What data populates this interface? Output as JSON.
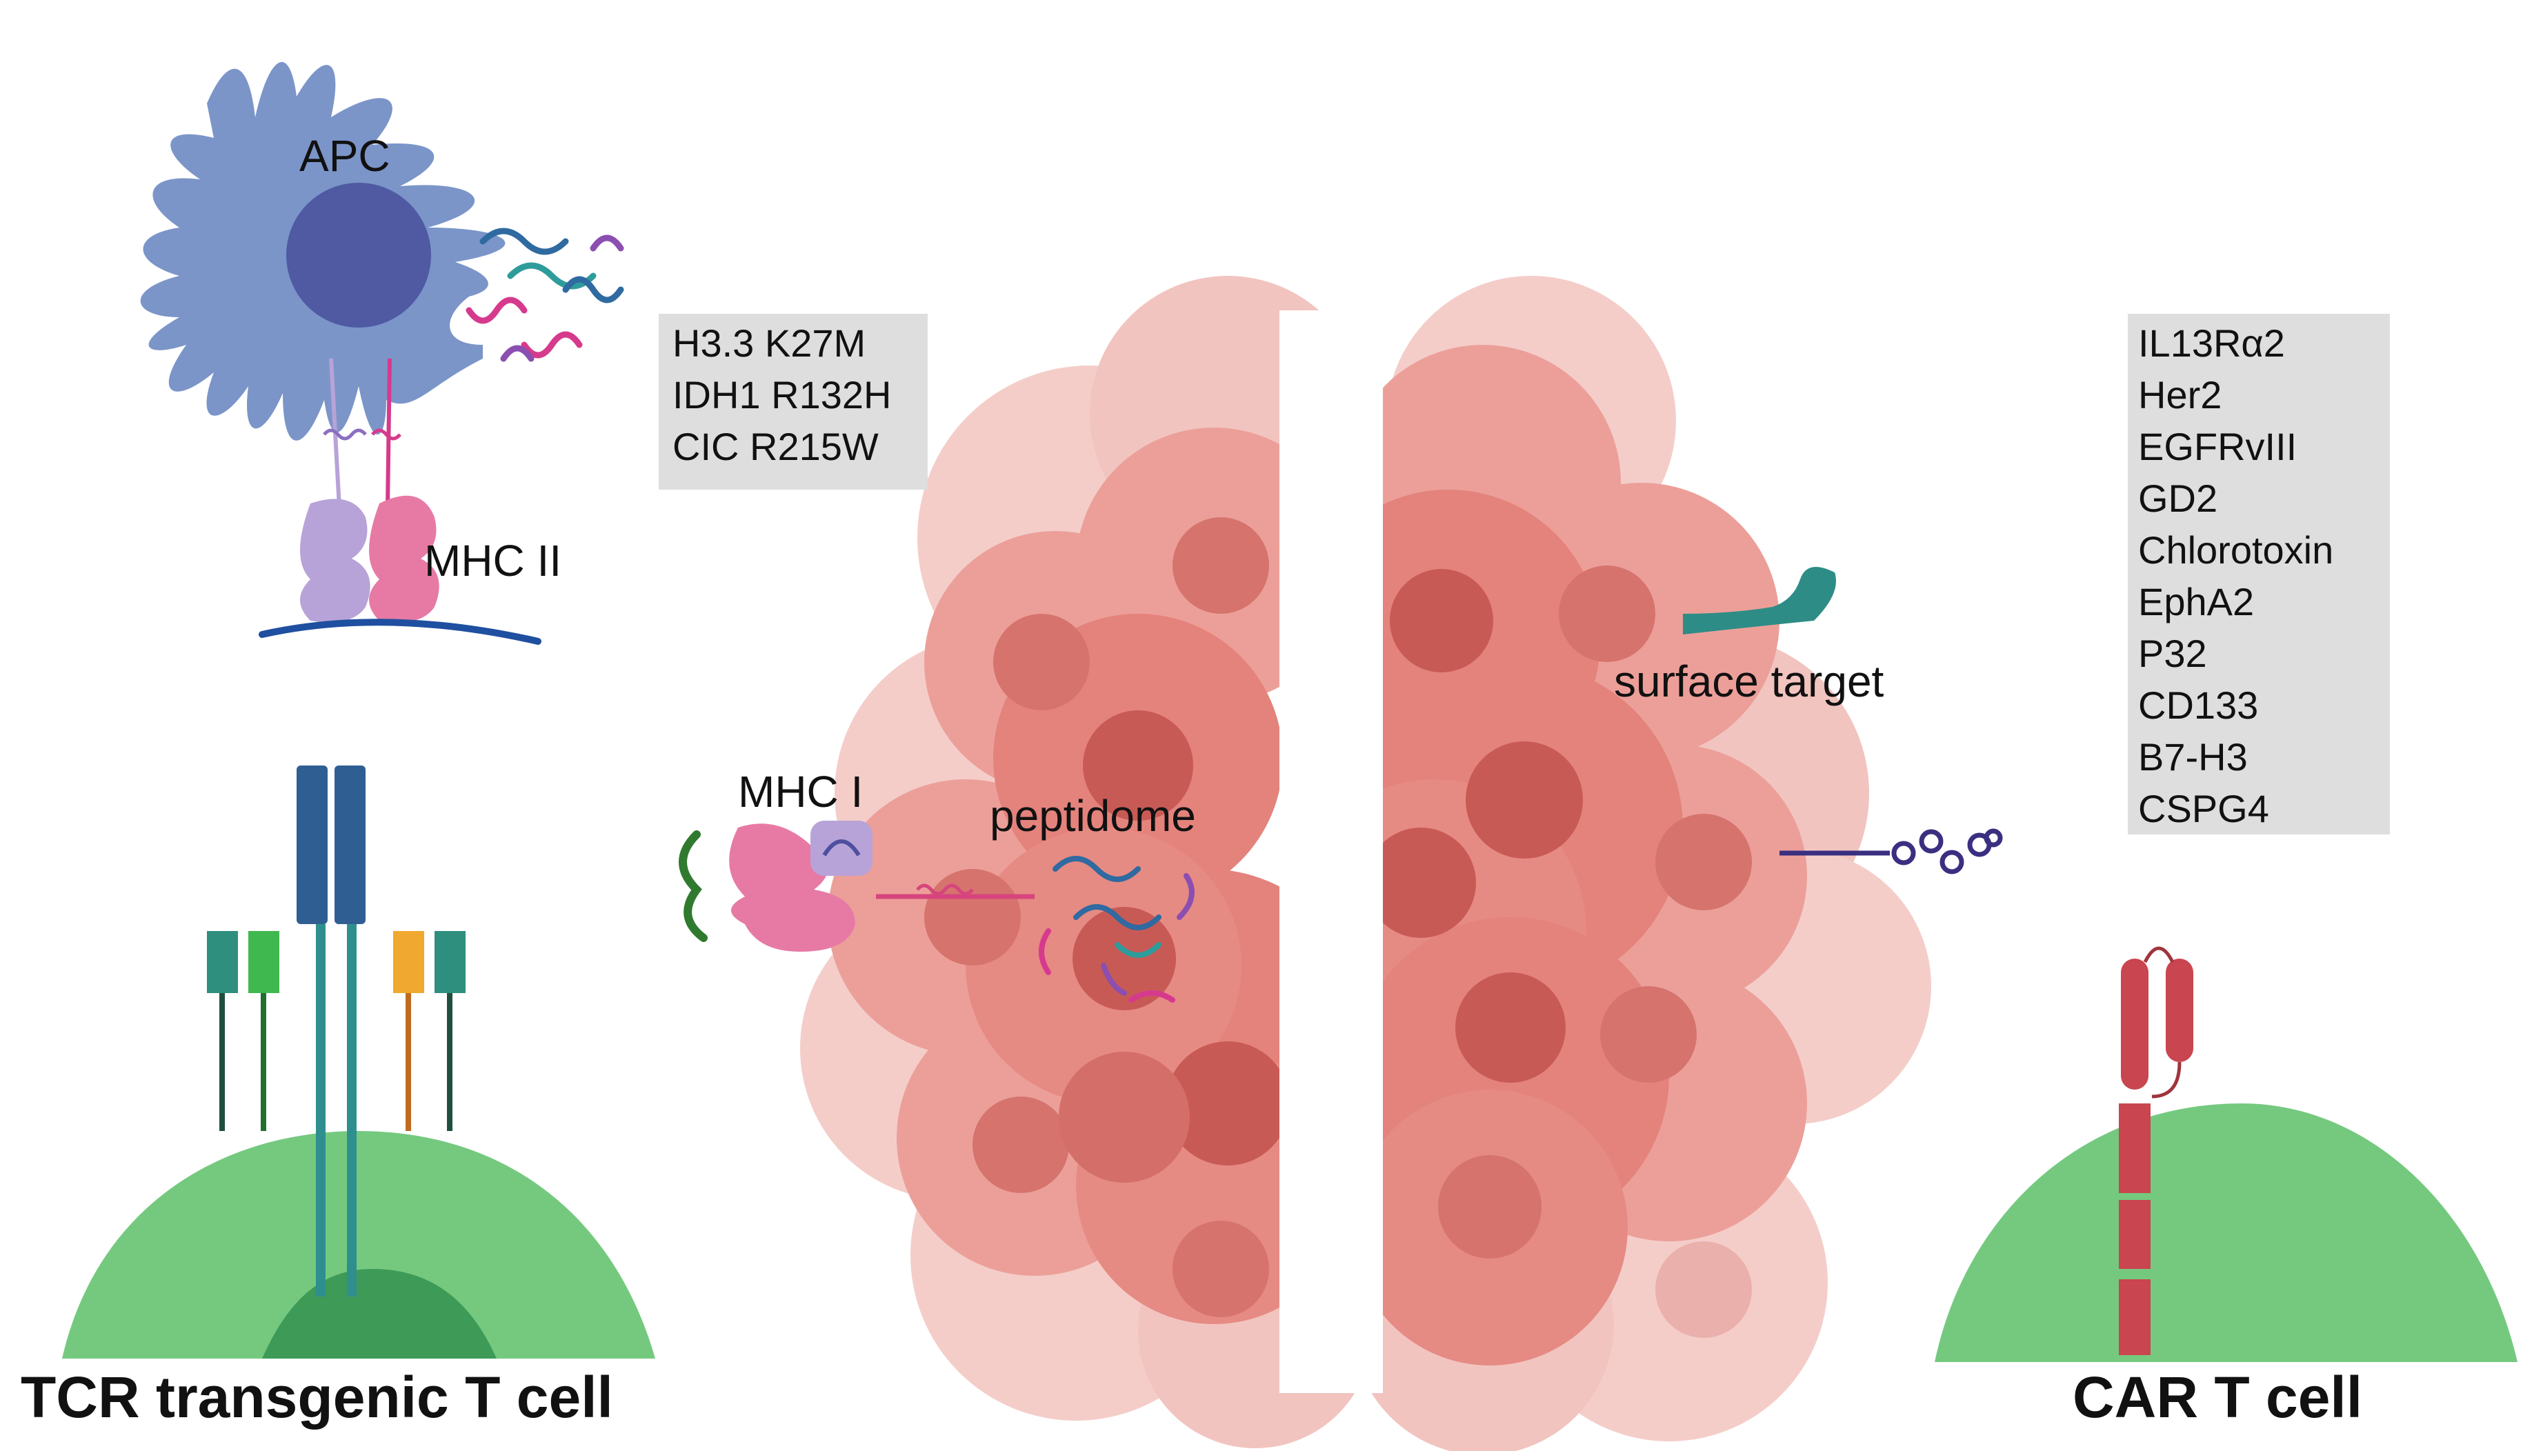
{
  "labels": {
    "apc": "APC",
    "mhc_ii": "MHC II",
    "mhc_i": "MHC I",
    "peptidome": "peptidome",
    "surface_target": "surface target",
    "tcr_title": "TCR transgenic T cell",
    "car_title": "CAR T cell"
  },
  "neoantigens": [
    "H3.3 K27M",
    "IDH1 R132H",
    "CIC R215W"
  ],
  "surface_targets": [
    "IL13Rα2",
    "Her2",
    "EGFRvIII",
    "GD2",
    "Chlorotoxin",
    "EphA2",
    "P32",
    "CD133",
    "B7-H3",
    "CSPG4"
  ],
  "colors": {
    "apc": "#7b95c9",
    "apc_nucleus": "#4f5aa3",
    "tumor_dark": "#e4827c",
    "tumor_light": "#f1bdb8",
    "tumor_nucleus": "#c85a55",
    "t_cell": "#74c97f",
    "t_cell_nucleus": "#3d9a57",
    "tcr": "#2f5f92",
    "car": "#c9454f",
    "mhc_pink": "#e77aa5",
    "mhc_purple": "#b7a3d8",
    "label_box": "#dedede"
  },
  "icons": [
    "apc-cell-icon",
    "mhc-ii-icon",
    "mhc-i-icon",
    "tcr-complex-icon",
    "car-receptor-icon",
    "surface-antigen-icon",
    "peptide-fragments-icon",
    "tumor-mass-icon"
  ]
}
